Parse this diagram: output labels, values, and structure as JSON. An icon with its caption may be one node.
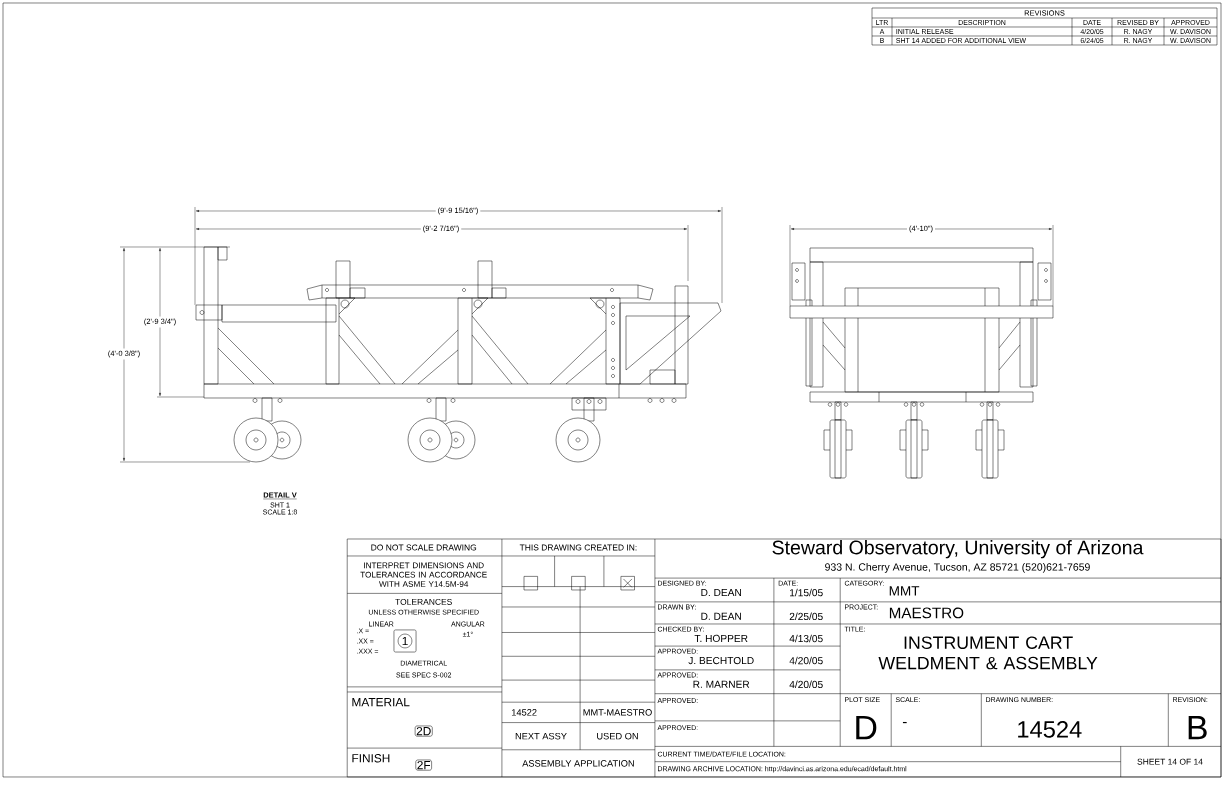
{
  "diagram": {
    "labels": [
      "REVISIONS",
      "LTR",
      "DESCRIPTION",
      "DATE",
      "REVISED BY",
      "APPROVED",
      "A",
      "INITIAL RELEASE",
      "4/20/05",
      "R. NAGY",
      "W. DAVISON",
      "B",
      "SHT 14 ADDED FOR ADDITIONAL VIEW",
      "6/24/05",
      "R. NAGY",
      "W. DAVISON",
      "(9'-9 15/16\")",
      "(9'-2 7/16\")",
      "(2'-9 3/4\")",
      "(4'-0 3/8\")",
      "(4'-10\")",
      "DETAIL V",
      "SHT 1",
      "SCALE 1:8",
      "DO NOT SCALE DRAWING",
      "INTERPRET DIMENSIONS AND TOLERANCES IN ACCORDANCE WITH ASME Y14.5M-94",
      "TOLERANCES",
      "UNLESS OTHERWISE SPECIFIED",
      "LINEAR",
      "ANGULAR",
      ".X =",
      ".XX =",
      ".XXX =",
      "1",
      "±1°",
      "DIAMETRICAL",
      "SEE SPEC S-002",
      "MATERIAL",
      "2D",
      "FINISH",
      "2F",
      "THIS DRAWING CREATED IN:",
      "14522",
      "MMT-MAESTRO",
      "NEXT ASSY",
      "USED ON",
      "ASSEMBLY APPLICATION",
      "Steward Observatory, University of Arizona",
      "933 N. Cherry Avenue, Tucson, AZ 85721 (520)621-7659",
      "DESIGNED BY:",
      "D. DEAN",
      "DATE:",
      "1/15/05",
      "DRAWN BY:",
      "D. DEAN",
      "2/25/05",
      "CHECKED BY:",
      "T. HOPPER",
      "4/13/05",
      "APPROVED:",
      "J. BECHTOLD",
      "4/20/05",
      "APPROVED:",
      "R. MARNER",
      "4/20/05",
      "APPROVED:",
      "APPROVED:",
      "CATEGORY:",
      "MMT",
      "PROJECT:",
      "MAESTRO",
      "TITLE:",
      "INSTRUMENT CART WELDMENT & ASSEMBLY",
      "PLOT SIZE",
      "SCALE:",
      "D",
      "-",
      "DRAWING NUMBER:",
      "14524",
      "REVISION:",
      "B",
      "CURRENT TIME/DATE/FILE LOCATION:",
      "DRAWING ARCHIVE LOCATION: http://davinci.as.arizona.edu/ecad/default.html",
      "SHEET 14 OF 14"
    ]
  }
}
